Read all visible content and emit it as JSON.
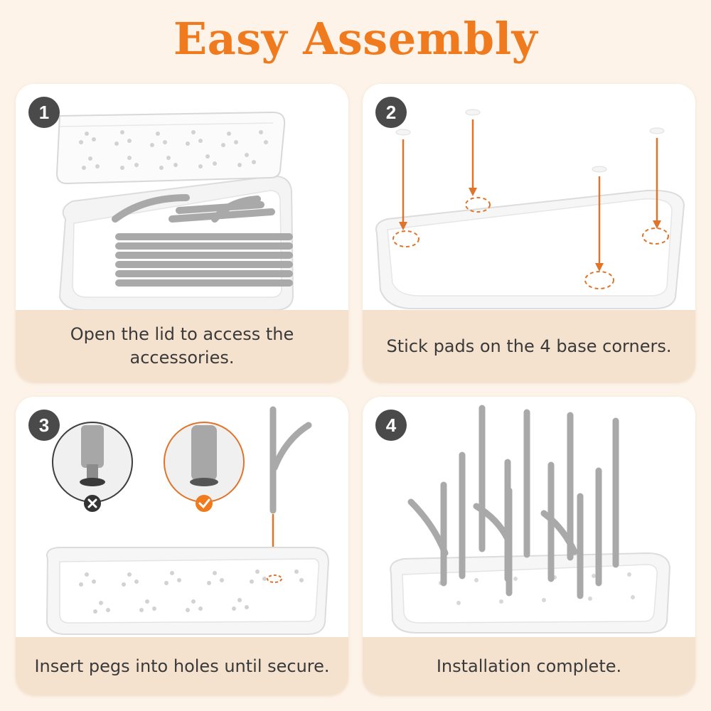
{
  "title": "Easy Assembly",
  "colors": {
    "accent": "#f07a1e",
    "badge": "#4a4a4a",
    "caption_bg": "#f4e2cf",
    "peg": "#a9a9a9"
  },
  "steps": [
    {
      "number": "1",
      "caption": "Open the lid to access the accessories."
    },
    {
      "number": "2",
      "caption": "Stick pads on the 4 base corners."
    },
    {
      "number": "3",
      "caption": "Insert pegs into holes until secure.",
      "wrong_icon": "cross-icon",
      "right_icon": "check-icon"
    },
    {
      "number": "4",
      "caption": "Installation complete."
    }
  ]
}
